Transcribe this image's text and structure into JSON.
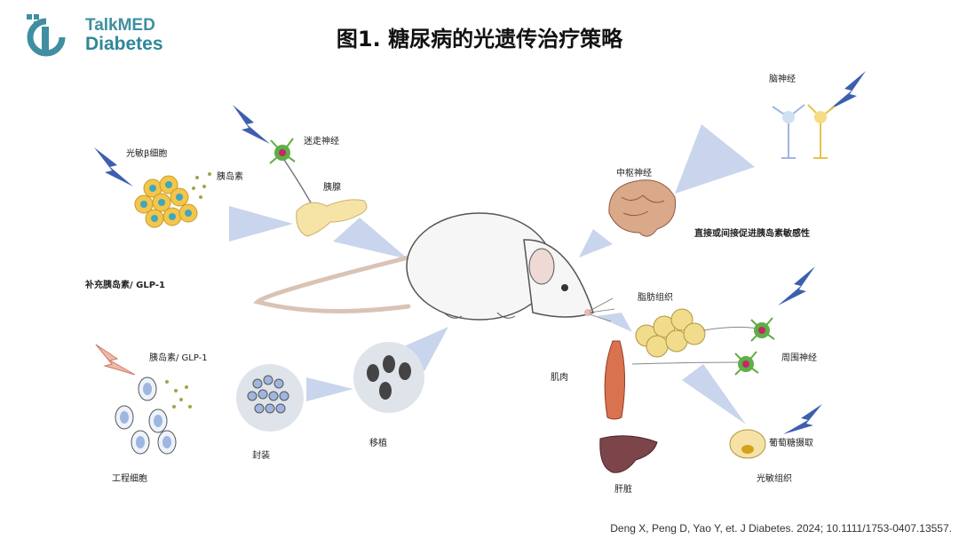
{
  "header": {
    "title": "图1. 糖尿病的光遗传治疗策略",
    "logo_line1": "TalkMED",
    "logo_line2": "Diabetes"
  },
  "labels": {
    "photo_beta_cells": "光敏β细胞",
    "insulin_top": "胰岛素",
    "vagus_nerve": "迷走神经",
    "pancreas": "胰腺",
    "supplement": "补充胰岛素/ GLP-1",
    "insulin_glp1": "胰岛素/ GLP-1",
    "engineered_cells": "工程细胞",
    "encapsulation": "封装",
    "transplant": "移植",
    "brain_nerve": "脑神经",
    "central_nerve": "中枢神经",
    "insulin_sensitivity": "直接或间接促进胰岛素敏感性",
    "adipose": "脂肪组织",
    "peripheral_nerve": "周围神经",
    "muscle": "肌肉",
    "liver": "肝脏",
    "glucose_uptake": "葡萄糖摄取",
    "photo_tissue": "光敏组织"
  },
  "citation": "Deng X, Peng D, Yao Y, et. J Diabetes. 2024; 10.1111/1753-0407.13557.",
  "colors": {
    "title": "#111111",
    "logo": "#3f8fa0",
    "lightning": "#3d5fae",
    "arrow": "#c9d5ec",
    "cell": "#f3c64a",
    "cell_nucleus": "#3fa7c0",
    "pancreas": "#f6e3a6",
    "brain": "#d9a98a",
    "liver": "#7c4549",
    "muscle": "#d9724f",
    "neuron_body": "#5fae46",
    "neuron_nucleus": "#c2286a"
  },
  "icons": [
    "lightning-icon",
    "talkmed-logo"
  ]
}
